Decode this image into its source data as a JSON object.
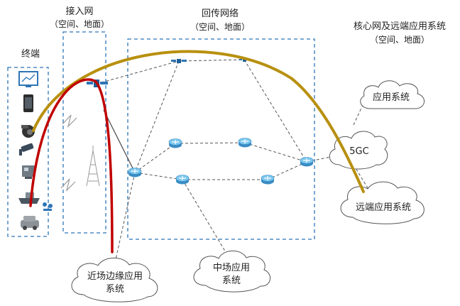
{
  "sections": {
    "terminal": {
      "title": "终端"
    },
    "access": {
      "title": "接入网",
      "subtitle": "（空间、地面）"
    },
    "backhaul": {
      "title": "回传网络",
      "subtitle": "（空间、地面）"
    },
    "core": {
      "title": "核心网及远端应用系统",
      "subtitle": "（空间、地面）"
    }
  },
  "clouds": {
    "app_system": "应用系统",
    "core_5gc": "5GC",
    "remote_app": "远端应用系统",
    "mid_app_line1": "中场应用",
    "mid_app_line2": "系统",
    "near_edge_line1": "近场边缘应用",
    "near_edge_line2": "系统"
  },
  "icons": {
    "terminals": [
      "monitor-icon",
      "phone-icon",
      "camera-icon",
      "surveillance-camera-icon",
      "robot-icon",
      "ship-icon",
      "car-icon"
    ],
    "access": [
      "satellite-icon",
      "antenna-icon",
      "radio-tower-icon"
    ],
    "backhaul": [
      "satellite-icon",
      "router-icon"
    ]
  },
  "colors": {
    "dashed_box": "#2e75b6",
    "gold_arc": "#b8900f",
    "red_arc": "#c00000",
    "router": "#4aa8d8",
    "line": "#555555"
  }
}
